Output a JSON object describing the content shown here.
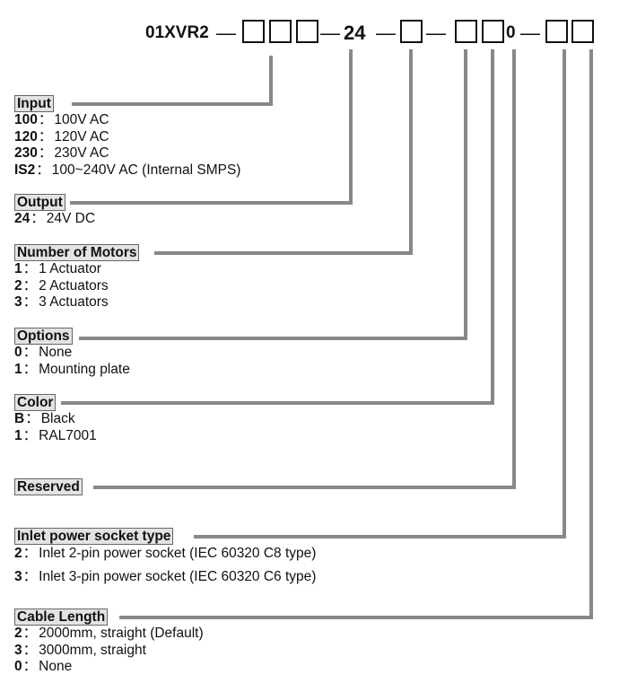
{
  "code": {
    "prefix": "01XVR2",
    "dash": "—",
    "output_fixed": "24",
    "fixed_zero": "0"
  },
  "colors": {
    "connector": "#888888",
    "label_fill": "#e3e3e3",
    "label_border": "#666666",
    "text": "#111111"
  },
  "separator": "：",
  "sections": [
    {
      "title": "Input",
      "options": [
        {
          "code": "100",
          "desc": "100V AC"
        },
        {
          "code": "120",
          "desc": "120V AC"
        },
        {
          "code": "230",
          "desc": "230V AC"
        },
        {
          "code": "IS2",
          "desc": "100~240V AC (Internal SMPS)"
        }
      ]
    },
    {
      "title": "Output",
      "options": [
        {
          "code": "24",
          "desc": "24V DC"
        }
      ]
    },
    {
      "title": "Number of Motors",
      "options": [
        {
          "code": "1",
          "desc": "1 Actuator"
        },
        {
          "code": "2",
          "desc": "2 Actuators"
        },
        {
          "code": "3",
          "desc": "3 Actuators"
        }
      ]
    },
    {
      "title": "Options",
      "options": [
        {
          "code": "0",
          "desc": "None"
        },
        {
          "code": "1",
          "desc": "Mounting plate"
        }
      ]
    },
    {
      "title": "Color",
      "options": [
        {
          "code": "B",
          "desc": "Black"
        },
        {
          "code": "1",
          "desc": "RAL7001"
        }
      ]
    },
    {
      "title": "Reserved",
      "options": []
    },
    {
      "title": "Inlet power socket type",
      "options": [
        {
          "code": "2",
          "desc": "Inlet 2-pin power socket (IEC 60320 C8 type)"
        },
        {
          "code": "3",
          "desc": "Inlet 3-pin power socket (IEC 60320 C6 type)"
        }
      ]
    },
    {
      "title": "Cable Length",
      "options": [
        {
          "code": "2",
          "desc": "2000mm, straight (Default)"
        },
        {
          "code": "3",
          "desc": "3000mm, straight"
        },
        {
          "code": "0",
          "desc": "None"
        }
      ]
    }
  ]
}
